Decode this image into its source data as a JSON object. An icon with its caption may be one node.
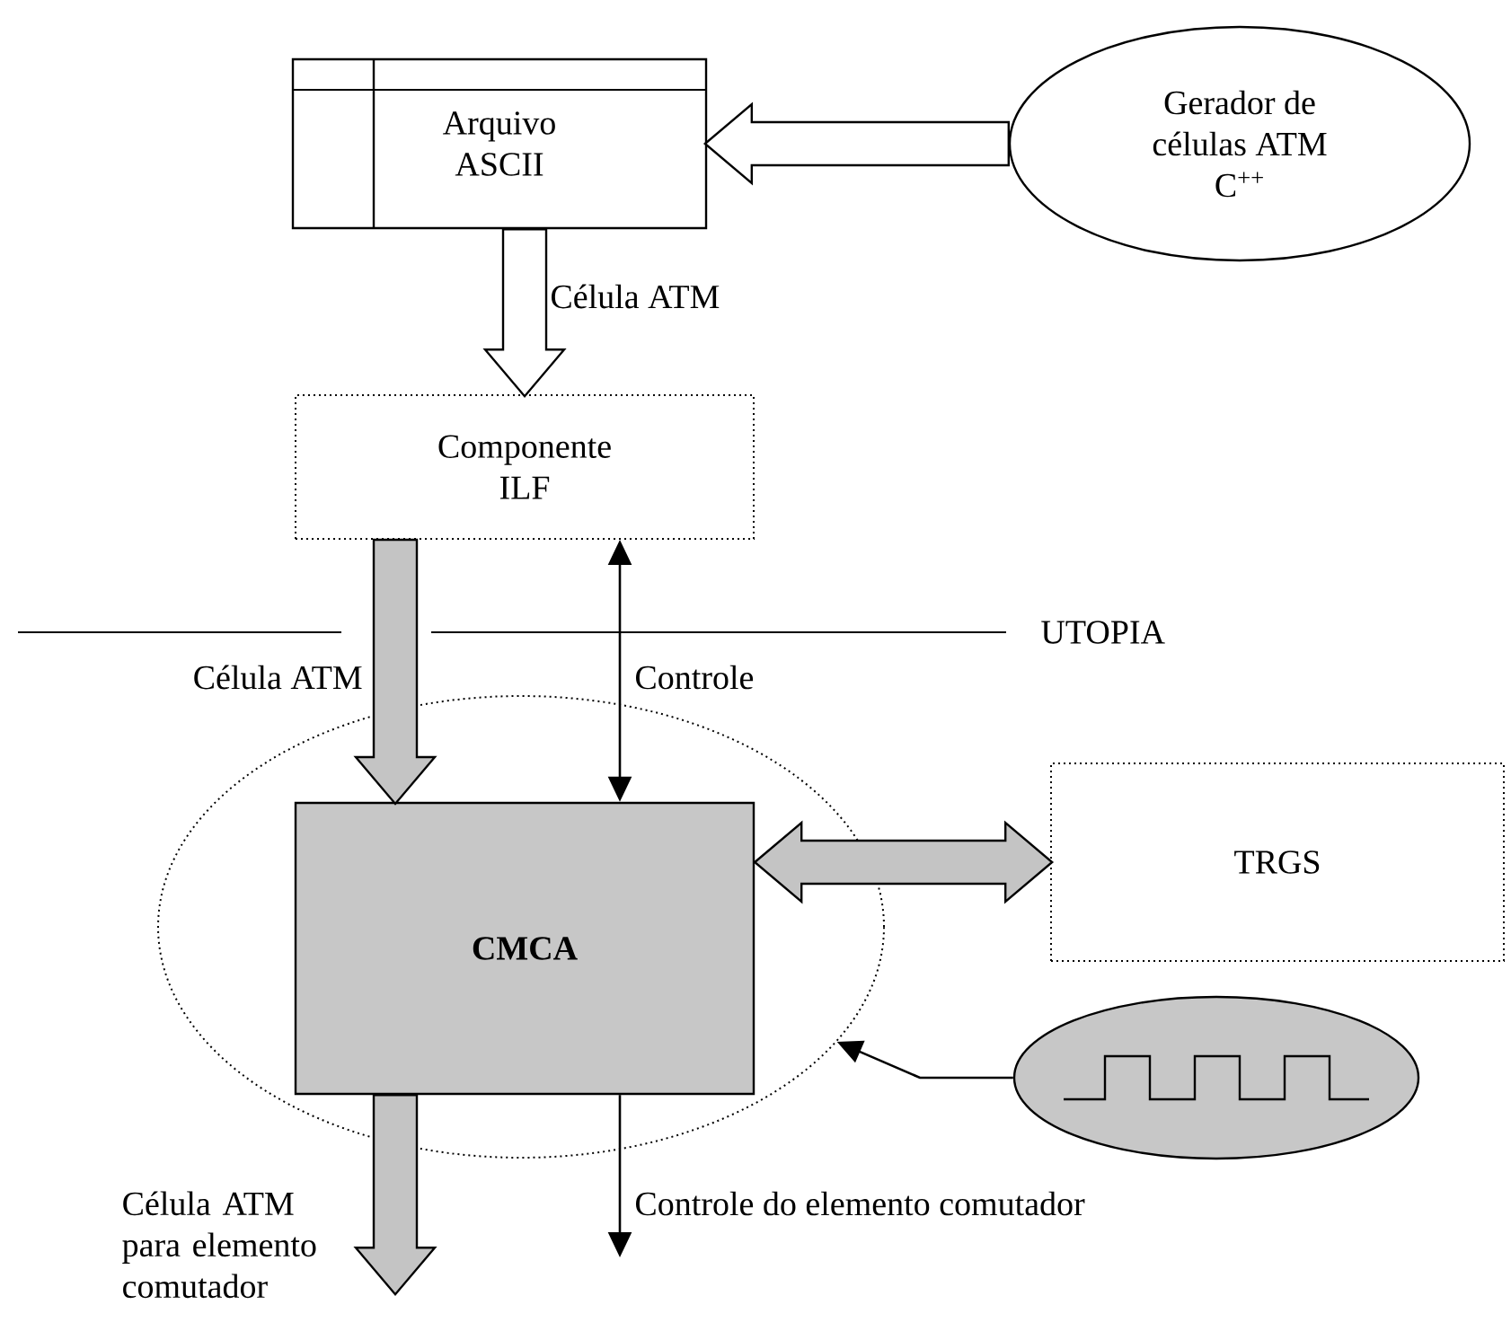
{
  "diagram": {
    "nodes": [
      {
        "text": [
          "Arquivo ASCII"
        ]
      },
      {
        "text": [
          "Gerador de células ATM C$^{++}$"
        ]
      },
      {
        "text": [
          "Componente ILF"
        ]
      },
      {
        "text": [],
        "shape": "ellipse"
      },
      {
        "text": [
          "CMCA"
        ],
        "in": 3
      },
      {
        "text": [
          "TRGS"
        ]
      },
      {
        "text": [],
        "shape": "ellipse"
      }
    ],
    "edges": [
      {
        "from": 1,
        "to": 0,
        "arrow": "to",
        "style": "thick"
      },
      {
        "from": 0,
        "to": 2,
        "arrow": "to",
        "style": "thick",
        "label": "Célula ATM"
      },
      {
        "from": 2,
        "to": 4,
        "arrow": "to",
        "style": "thick",
        "color": "#c4c4c4",
        "label": "Célula ATM"
      },
      {
        "from": 2,
        "to": 4,
        "arrow": "both",
        "label": "Controle"
      },
      {
        "from": 4,
        "to": 5,
        "arrow": "both",
        "style": "thick",
        "color": "#c4c4c4"
      },
      {
        "from": 6,
        "to": 3,
        "arrow": "to"
      },
      {
        "from": 4,
        "to": null,
        "arrow": "to",
        "style": "thick",
        "color": "#c4c4c4",
        "label": "Célula ATM para elemento comutador"
      },
      {
        "from": 4,
        "to": null,
        "arrow": "to",
        "label": "Controle do elemento comutador"
      }
    ],
    "labels": [
      "UTOPIA"
    ]
  }
}
